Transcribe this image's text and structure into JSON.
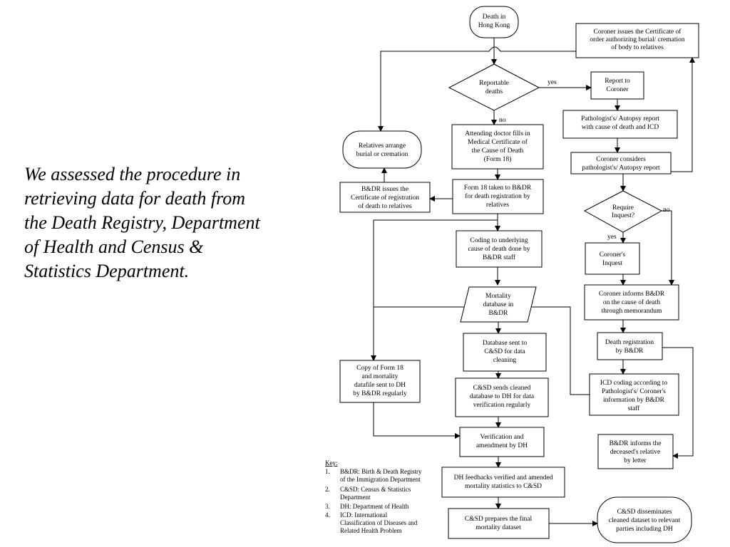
{
  "slide": {
    "text": "We assessed  the procedure in\nretrieving data for death from\nthe Death Registry, Department\nof Health and Census &\nStatistics Department."
  },
  "flow": {
    "death_hk": [
      "Death in",
      "Hong Kong"
    ],
    "coroner_cert": [
      "Coroner issues the Certificate of",
      "order authorizing burial/ cremation",
      "of body to relatives"
    ],
    "reportable": [
      "Reportable",
      "deaths"
    ],
    "yes_label": "yes",
    "no_label": "no",
    "report_coroner": [
      "Report to",
      "Coroner"
    ],
    "pathologist_report": [
      "Pathologist's/ Autopsy report",
      "with cause of death and ICD"
    ],
    "attending_doctor": [
      "Attending doctor fills in",
      "Medical Certificate of",
      "the Cause of Death",
      "(Form 18)"
    ],
    "relatives_arrange": [
      "Relatives arrange",
      "burial or cremation"
    ],
    "coroner_considers": [
      "Coroner considers",
      "pathologist's/ Autopsy report"
    ],
    "bdr_issues": [
      "B&DR issues the",
      "Certificate of registration",
      "of death to relatives"
    ],
    "form18_taken": [
      "Form 18 taken to B&DR",
      "for death registration by",
      "relatives"
    ],
    "require_inquest": [
      "Require",
      "Inquest?"
    ],
    "coding_underlying": [
      "Coding to underlying",
      "cause of death done by",
      "B&DR staff"
    ],
    "coroners_inquest": [
      "Coroner's",
      "Inquest"
    ],
    "mortality_db": [
      "Mortality",
      "database in",
      "B&DR"
    ],
    "coroner_informs": [
      "Coroner informs B&DR",
      "on the cause of death",
      "through memorandum"
    ],
    "db_sent": [
      "Database sent to",
      "C&SD for data",
      "cleaning"
    ],
    "death_registration": [
      "Death registration",
      "by B&DR"
    ],
    "copy_form18": [
      "Copy of Form 18",
      "and mortality",
      "datafile sent to DH",
      "by B&DR regularly"
    ],
    "csd_sends": [
      "C&SD sends cleaned",
      "database to DH for data",
      "verification regularly"
    ],
    "icd_coding": [
      "ICD coding according to",
      "Pathologist's/ Coroner's",
      "information by B&DR",
      "staff"
    ],
    "verification": [
      "Verification and",
      "amendment by DH"
    ],
    "bdr_informs": [
      "B&DR informs the",
      "deceased's relative",
      "by letter"
    ],
    "dh_feedbacks": [
      "DH feedbacks verified and amended",
      "mortality statistics to C&SD"
    ],
    "csd_prepares": [
      "C&SD prepares the final",
      "mortality dataset"
    ],
    "csd_disseminates": [
      "C&SD disseminates",
      "cleaned dataset to relevant",
      "parties including DH"
    ]
  },
  "key": {
    "title": "Key:",
    "items": [
      {
        "num": "1.",
        "lines": [
          "B&DR: Birth & Death Registry",
          "of the Immigration Department"
        ]
      },
      {
        "num": "2.",
        "lines": [
          "C&SD: Census & Statistics",
          "Department"
        ]
      },
      {
        "num": "3.",
        "lines": [
          "DH: Department of Health"
        ]
      },
      {
        "num": "4.",
        "lines": [
          "ICD: International",
          "Classification of Diseases and",
          "Related Health Problem"
        ]
      }
    ]
  }
}
